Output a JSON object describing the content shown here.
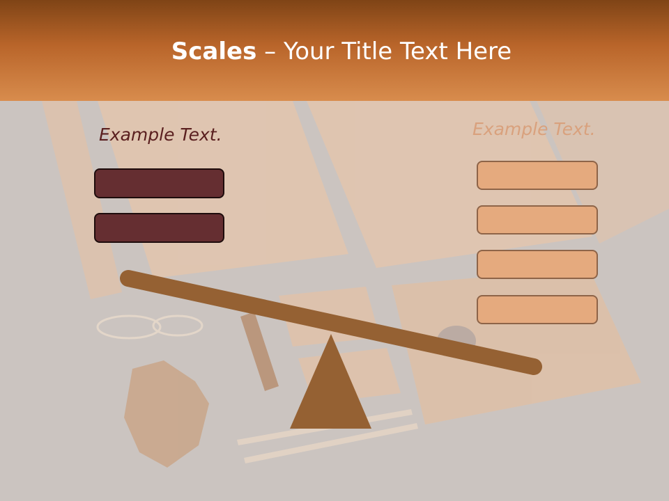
{
  "slide": {
    "title_bold": "Scales",
    "title_rest": " – Your Title Text Here"
  },
  "left": {
    "label": "Example Text.",
    "label_color": "#5a1f1f",
    "box_color": "#652e31",
    "box_count": 2
  },
  "right": {
    "label": "Example Text.",
    "label_color": "#d9a17d",
    "box_color": "#e5aa7e",
    "box_count": 4
  },
  "colors": {
    "header_top": "#7f4416",
    "header_bottom": "#d88c4d",
    "background": "#cbc4c0",
    "seesaw": "#956133"
  }
}
